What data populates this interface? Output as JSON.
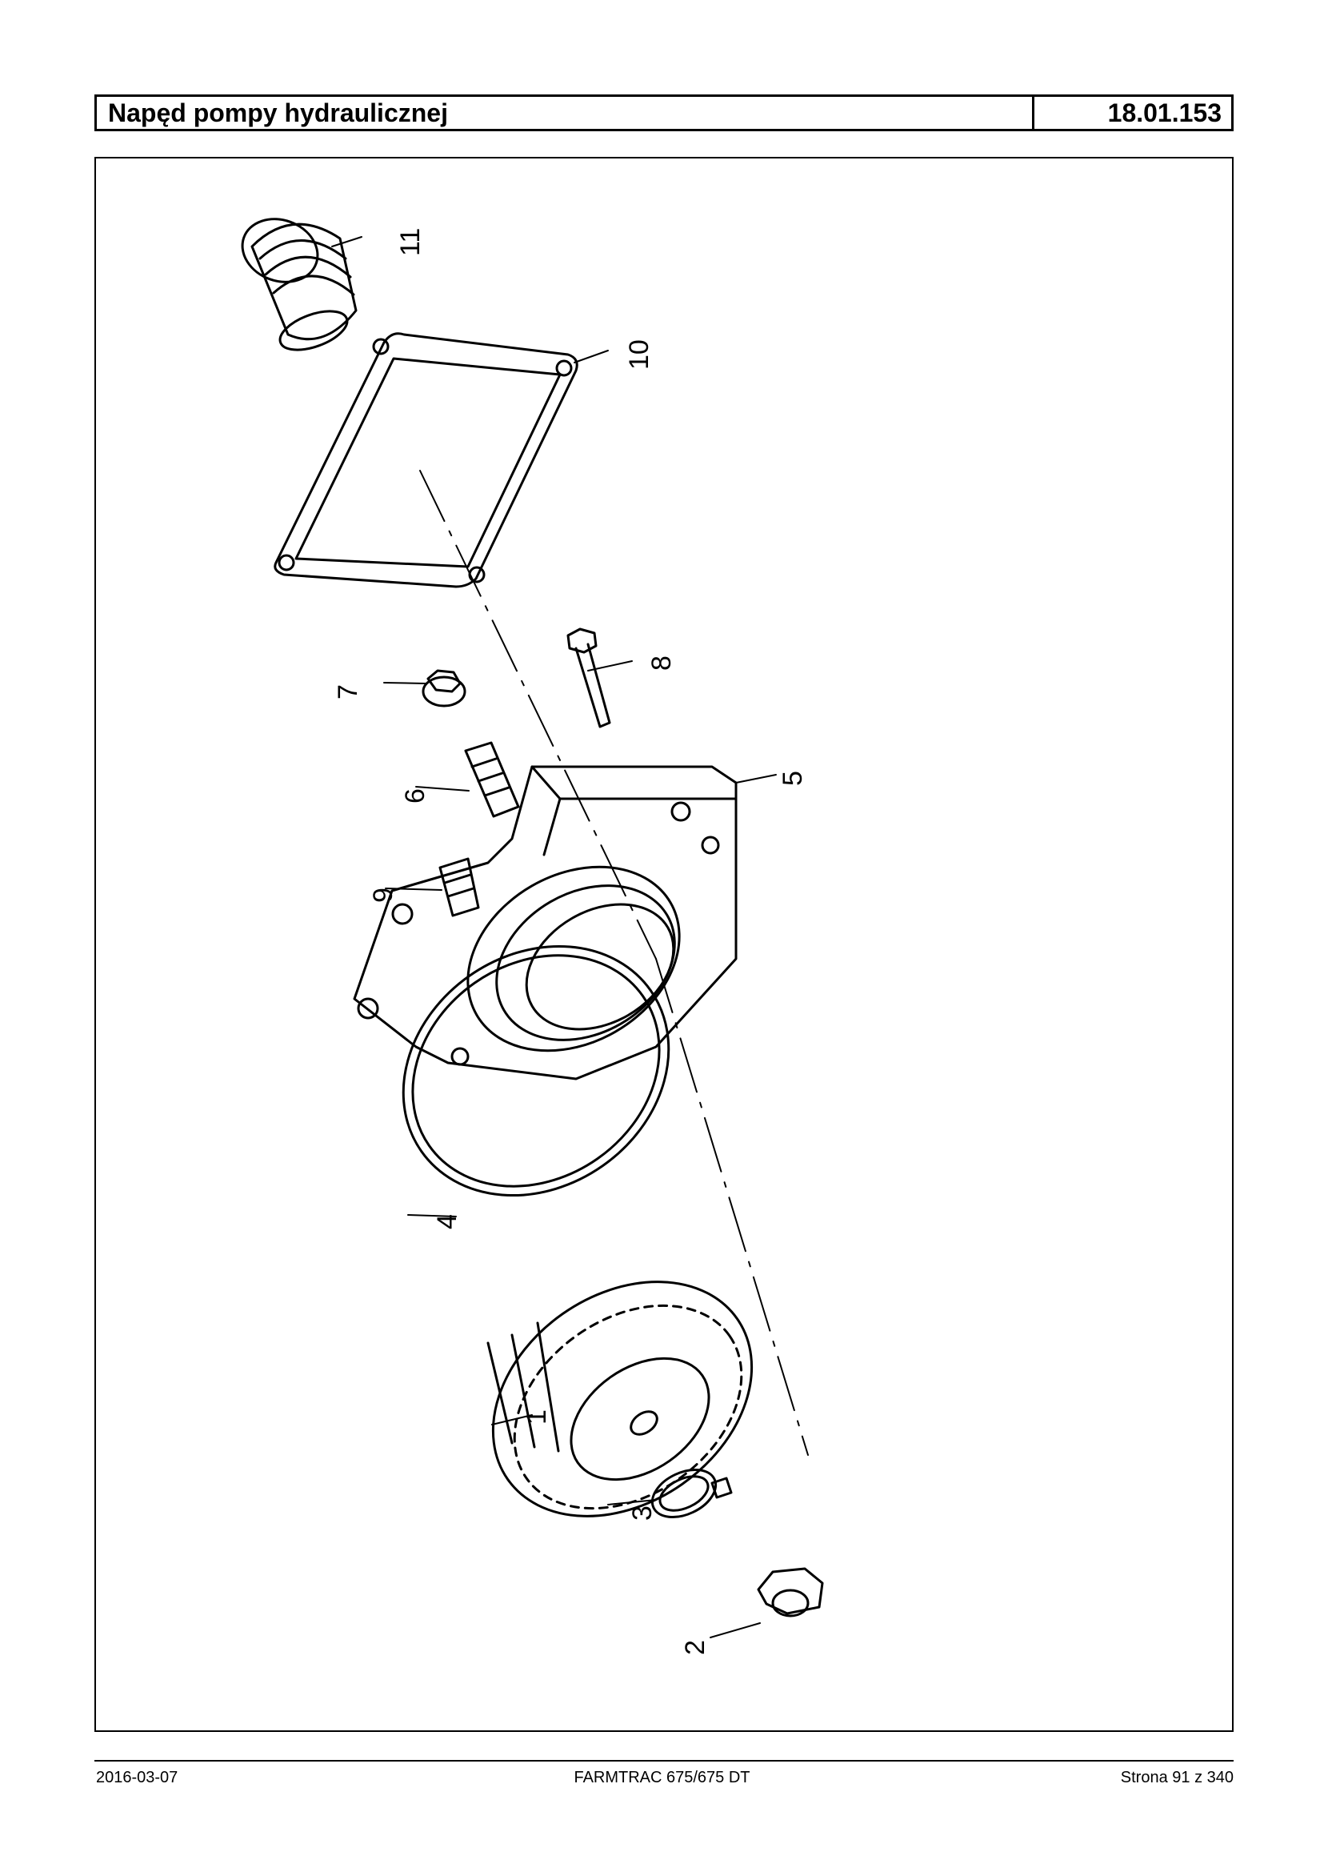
{
  "header": {
    "title": "Napęd pompy hydraulicznej",
    "code": "18.01.153"
  },
  "diagram": {
    "callouts": [
      "1",
      "2",
      "3",
      "4",
      "5",
      "6",
      "7",
      "8",
      "9",
      "10",
      "11"
    ]
  },
  "footer": {
    "date": "2016-03-07",
    "model": "FARMTRAC 675/675 DT",
    "page": "Strona 91 z 340"
  }
}
